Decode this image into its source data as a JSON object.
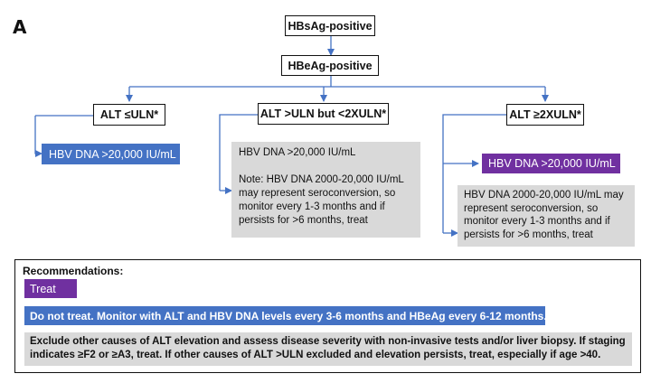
{
  "panel_label": "A",
  "nodes": {
    "hbsag": "HBsAg-positive",
    "hbeag": "HBeAg-positive",
    "alt_low": "ALT ≤ULN*",
    "alt_mid": "ALT >ULN but <2XULN*",
    "alt_high": "ALT ≥2XULN*",
    "left_dna": "HBV DNA >20,000 IU/mL",
    "mid_dna": "HBV DNA >20,000 IU/mL",
    "mid_note": "Note: HBV DNA 2000-20,000 IU/mL may represent seroconversion, so monitor every 1-3 months and if persists for >6 months, treat",
    "right_dna": "HBV DNA >20,000 IU/mL",
    "right_note": "HBV DNA 2000-20,000 IU/mL may represent seroconversion, so monitor every 1-3 months and if persists for >6 months, treat"
  },
  "recommendations": {
    "title": "Recommendations:",
    "treat": "Treat",
    "do_not_treat": "Do not treat. Monitor with ALT and HBV DNA levels every 3-6 months and HBeAg every 6-12 months.",
    "exclude": "Exclude other causes of ALT elevation and assess disease severity with non-invasive tests and/or liver biopsy. If staging indicates ≥F2 or ≥A3, treat. If other causes of ALT >ULN excluded and elevation persists, treat, especially if age >40."
  },
  "colors": {
    "treat": "#7030a0",
    "do_not_treat": "#4472c4",
    "assess": "#d9d9d9",
    "connector": "#4472c4"
  }
}
